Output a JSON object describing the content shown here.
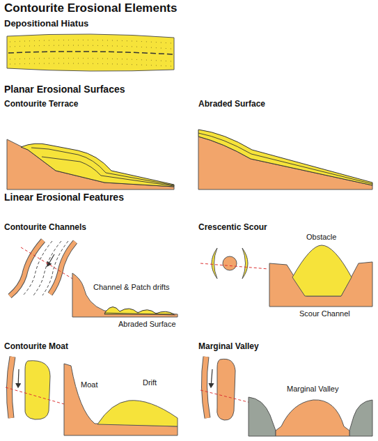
{
  "diagram": {
    "title": "Contourite Erosional Elements",
    "labels": [
      "Depositional Hiatus",
      "Planar Erosional Surfaces",
      "Contourite Terrace",
      "Abraded Surface",
      "Linear Erosional Features",
      "Contourite Channels",
      "Channel & Patch drifts",
      "Abraded Surface",
      "Crescentic Scour",
      "Obstacle",
      "Scour Channel",
      "Contourite Moat",
      "Moat",
      "Drift",
      "Marginal Valley",
      "Marginal Valley"
    ]
  }
}
